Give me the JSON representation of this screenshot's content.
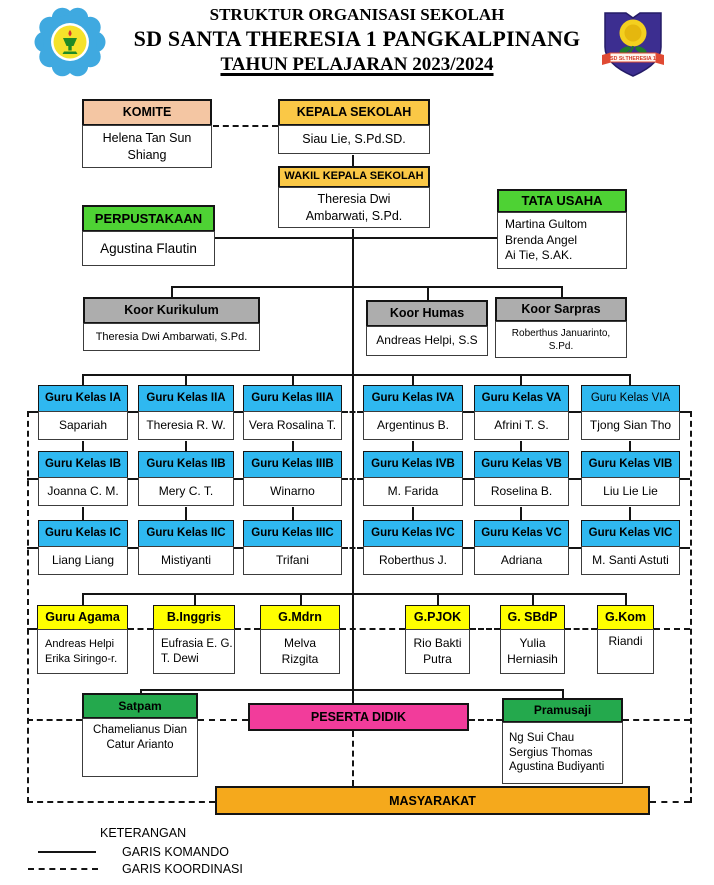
{
  "title": {
    "line1": "STRUKTUR ORGANISASI SEKOLAH",
    "line2": "SD SANTA THERESIA 1 PANGKALPINANG",
    "line3": "TAHUN PELAJARAN 2023/2024"
  },
  "logos": {
    "right_ribbon": "SD St.THERESIA 1"
  },
  "org": {
    "komite": {
      "label": "KOMITE",
      "value": "Helena Tan Sun\nShiang"
    },
    "kepala_sekolah": {
      "label": "KEPALA SEKOLAH",
      "value": "Siau Lie, S.Pd.SD."
    },
    "wakil_kepala_sekolah": {
      "label": "WAKIL KEPALA SEKOLAH",
      "value": "Theresia Dwi\nAmbarwati, S.Pd."
    },
    "perpustakaan": {
      "label": "PERPUSTAKAAN",
      "value": "Agustina Flautin"
    },
    "tata_usaha": {
      "label": "TATA USAHA",
      "value": "Martina Gultom\nBrenda Angel\nAi Tie, S.AK."
    },
    "koor_kurikulum": {
      "label": "Koor Kurikulum",
      "value": "Theresia Dwi Ambarwati, S.Pd."
    },
    "koor_humas": {
      "label": "Koor Humas",
      "value": "Andreas Helpi, S.S"
    },
    "koor_sarpras": {
      "label": "Koor Sarpras",
      "value": "Roberthus Januarinto,\nS.Pd."
    },
    "guru_kelas": [
      {
        "label": "Guru Kelas IA",
        "value": "Sapariah"
      },
      {
        "label": "Guru Kelas IIA",
        "value": "Theresia R. W."
      },
      {
        "label": "Guru Kelas IIIA",
        "value": "Vera Rosalina T."
      },
      {
        "label": "Guru Kelas IVA",
        "value": "Argentinus B."
      },
      {
        "label": "Guru Kelas VA",
        "value": "Afrini T. S."
      },
      {
        "label": "Guru Kelas VIA",
        "value": "Tjong Sian Tho"
      },
      {
        "label": "Guru Kelas IB",
        "value": "Joanna C. M."
      },
      {
        "label": "Guru Kelas IIB",
        "value": "Mery C. T."
      },
      {
        "label": "Guru Kelas IIIB",
        "value": "Winarno"
      },
      {
        "label": "Guru Kelas IVB",
        "value": "M. Farida"
      },
      {
        "label": "Guru Kelas VB",
        "value": "Roselina B."
      },
      {
        "label": "Guru Kelas VIB",
        "value": "Liu Lie Lie"
      },
      {
        "label": "Guru Kelas IC",
        "value": "Liang Liang"
      },
      {
        "label": "Guru Kelas IIC",
        "value": "Mistiyanti"
      },
      {
        "label": "Guru Kelas IIIC",
        "value": "Trifani"
      },
      {
        "label": "Guru Kelas IVC",
        "value": "Roberthus J."
      },
      {
        "label": "Guru Kelas VC",
        "value": "Adriana"
      },
      {
        "label": "Guru Kelas VIC",
        "value": "M. Santi Astuti"
      }
    ],
    "guru_bidang": [
      {
        "label": "Guru Agama",
        "value": "Andreas Helpi\nErika Siringo-r."
      },
      {
        "label": "B.Inggris",
        "value": "Eufrasia E. G.\nT. Dewi"
      },
      {
        "label": "G.Mdrn",
        "value": "Melva\nRizgita"
      },
      {
        "label": "G.PJOK",
        "value": "Rio Bakti\nPutra"
      },
      {
        "label": "G. SBdP",
        "value": "Yulia\nHerniasih"
      },
      {
        "label": "G.Kom",
        "value": "Riandi"
      }
    ],
    "satpam": {
      "label": "Satpam",
      "value": "Chamelianus Dian\nCatur Arianto"
    },
    "peserta_didik": {
      "label": "PESERTA DIDIK"
    },
    "pramusaji": {
      "label": "Pramusaji",
      "value": "Ng Sui Chau\nSergius Thomas\nAgustina Budiyanti"
    },
    "masyarakat": {
      "label": "MASYARAKAT"
    }
  },
  "legend": {
    "title": "KETERANGAN",
    "komando": "GARIS KOMANDO",
    "koordinasi": "GARIS KOORDINASI"
  },
  "colors": {
    "salmon": "#F4C6A3",
    "gold": "#FAC846",
    "green": "#4ED234",
    "dkgreen": "#24A94D",
    "gray": "#ADADAD",
    "blue": "#2FB8F0",
    "yellow": "#FFFF00",
    "magenta": "#F23C9B",
    "orange": "#F5A91C"
  }
}
